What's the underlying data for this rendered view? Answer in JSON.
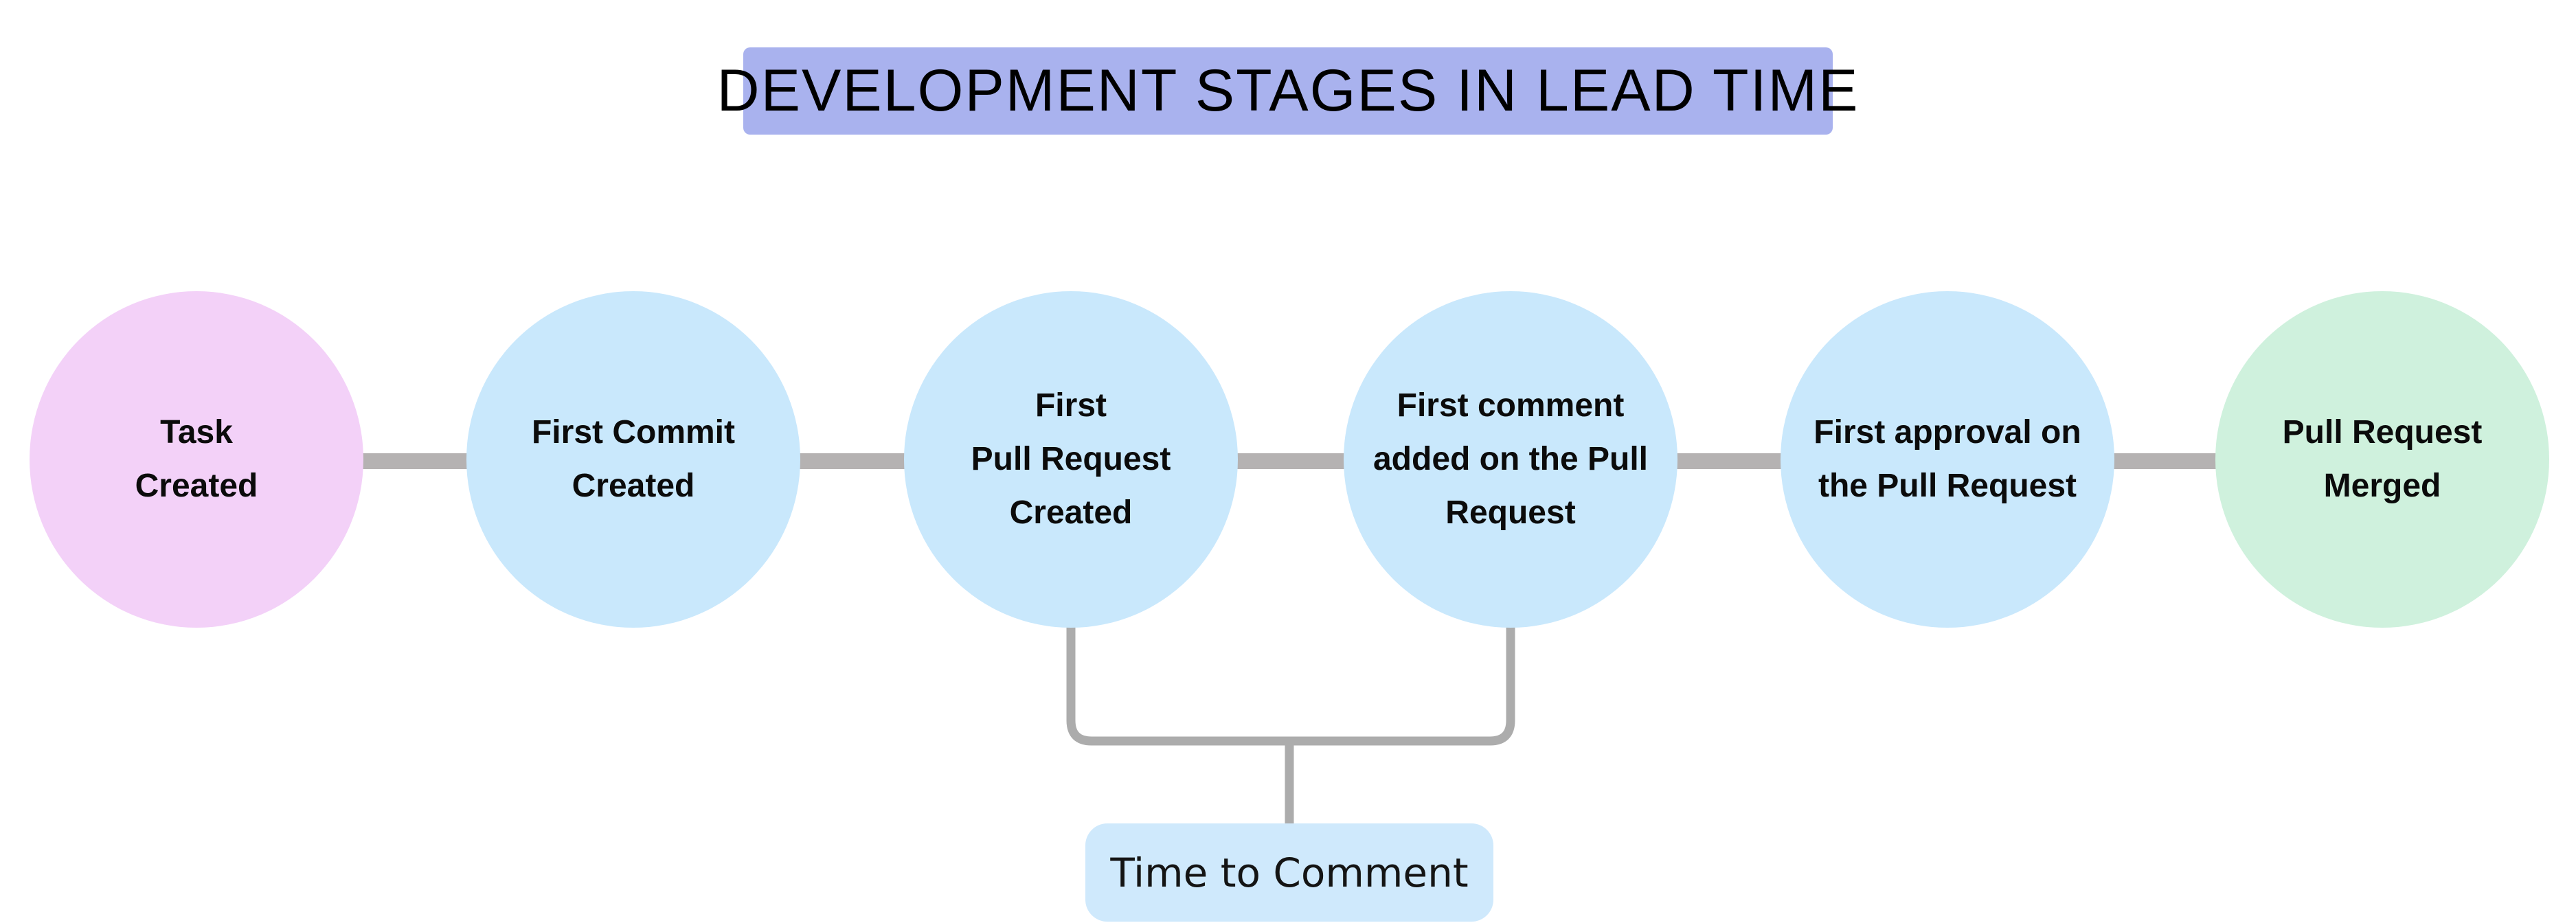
{
  "title": {
    "text": "DEVELOPMENT STAGES IN LEAD TIME",
    "bg": "#a9b2ee"
  },
  "stages": [
    {
      "label": "Task\nCreated",
      "color": "#f3d1f8"
    },
    {
      "label": "First Commit\nCreated",
      "color": "#c9e8fc"
    },
    {
      "label": "First\nPull Request\nCreated",
      "color": "#c9e8fc"
    },
    {
      "label": "First comment\nadded on the Pull\nRequest",
      "color": "#c9e8fc"
    },
    {
      "label": "First approval on\nthe Pull Request",
      "color": "#c9e8fc"
    },
    {
      "label": "Pull Request\nMerged",
      "color": "#cff1dd"
    }
  ],
  "annotation": {
    "label": "Time to Comment",
    "bg": "#cfe9fc"
  },
  "colors": {
    "background": "#ffffff",
    "connector": "#b5b2b2",
    "bracket": "#acacac",
    "text": "#000000"
  }
}
